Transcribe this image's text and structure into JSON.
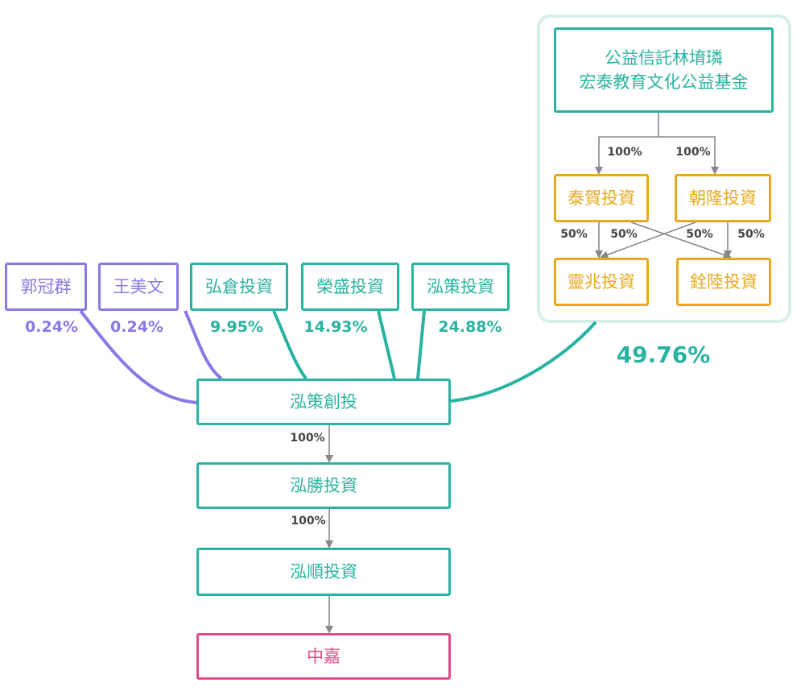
{
  "nodes": {
    "foundation": "公益信託林堉璘\n宏泰教育文化公益基金",
    "taihe": "泰賀投資",
    "chaolong": "朝隆投資",
    "lingzhao": "靈兆投資",
    "quanlu": "銓陸投資",
    "guo": "郭冠群",
    "wang": "王美文",
    "hongcang": "弘倉投資",
    "rongsheng": "榮盛投資",
    "hongce": "泓策投資",
    "hongce_vc": "泓策創投",
    "hongsheng": "泓勝投資",
    "hongshun": "泓順投資",
    "zhongjia": "中嘉"
  },
  "percents": {
    "guo": "0.24%",
    "wang": "0.24%",
    "hongcang": "9.95%",
    "rongsheng": "14.93%",
    "hongce": "24.88%",
    "group": "49.76%",
    "foundation_taihe": "100%",
    "foundation_chaolong": "100%",
    "taihe_lingzhao": "50%",
    "taihe_quanlu": "50%",
    "chaolong_lingzhao": "50%",
    "chaolong_quanlu": "50%",
    "vc_hongsheng": "100%",
    "hongsheng_hongshun": "100%"
  },
  "colors": {
    "teal": "#2ab3a0",
    "purple": "#8b78e3",
    "gold": "#e8aa1a",
    "pink": "#e24a86",
    "arrow": "#888888",
    "frame": "#d6efe9"
  }
}
